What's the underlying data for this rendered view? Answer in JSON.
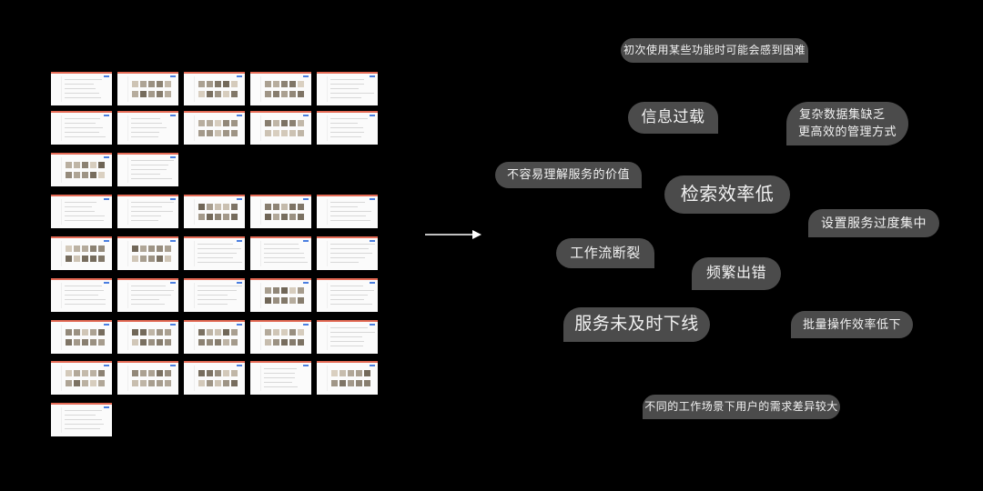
{
  "thumbnail_rows": [
    5,
    5,
    2,
    5,
    5,
    5,
    5,
    5,
    1
  ],
  "colors": {
    "background": "#000000",
    "bubble": "#4b4b4b",
    "bubble_text": "#f2f2f2",
    "thumb_header": "#e46a55"
  },
  "pain_points": [
    {
      "id": "first-use",
      "text": "初次使用某些功能时可能会感到困难"
    },
    {
      "id": "info-overload",
      "text": "信息过载"
    },
    {
      "id": "complex-dataset",
      "line1": "复杂数据集缺乏",
      "line2": "更高效的管理方式"
    },
    {
      "id": "service-value",
      "text": "不容易理解服务的价值"
    },
    {
      "id": "search-efficiency",
      "text": "检索效率低"
    },
    {
      "id": "settings-concentrated",
      "text": "设置服务过度集中"
    },
    {
      "id": "workflow-break",
      "text": "工作流断裂"
    },
    {
      "id": "frequent-errors",
      "text": "频繁出错"
    },
    {
      "id": "service-offline",
      "text": "服务未及时下线"
    },
    {
      "id": "batch-efficiency",
      "text": "批量操作效率低下"
    },
    {
      "id": "scenario-needs",
      "text": "不同的工作场景下用户的需求差异较大"
    }
  ]
}
